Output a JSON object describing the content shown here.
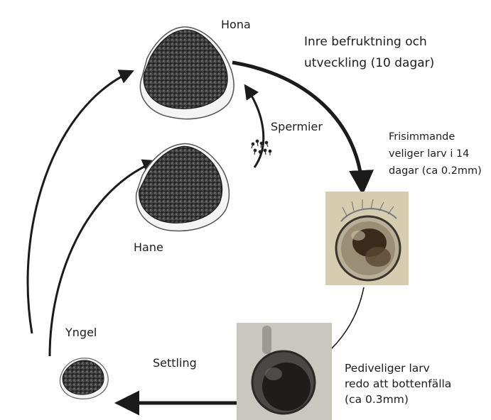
{
  "labels": {
    "hona": "Hona",
    "hane": "Hane",
    "spermier": "Spermier",
    "yngel": "Yngel",
    "settling": "Settling",
    "fertilization": "Inre befruktning och\nutveckling (10 dagar)",
    "veliger": "Frisimmande\nveliger larv i 14\ndagar (ca 0.2mm)",
    "pediveliger": "Pediveliger larv\nredo att bottenfälla\n(ca 0.3mm)"
  },
  "colors": {
    "arrow": "#1b1b1b",
    "shell": "#4a4a4a",
    "veliger_bg": "#d6cdb0",
    "pediveliger_bg": "#c9c6c0"
  },
  "icons": {
    "female": "oyster-shell",
    "male": "oyster-shell",
    "spat": "oyster-shell",
    "sperm": "sperm-cluster",
    "veliger_photo": "veliger-larva",
    "pediveliger_photo": "pediveliger-larva"
  }
}
